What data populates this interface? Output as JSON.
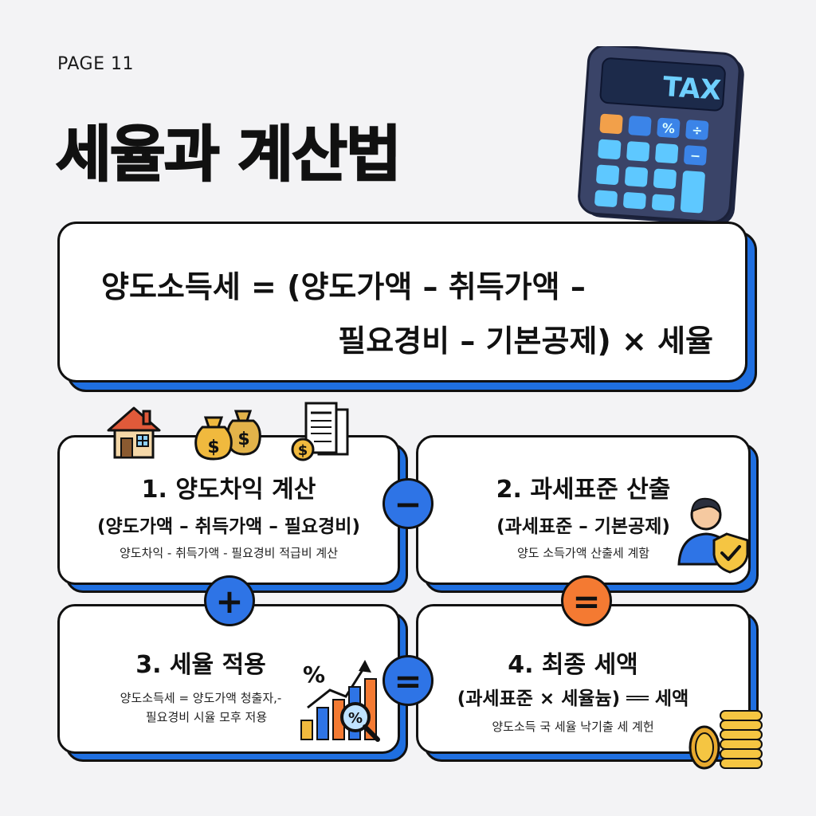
{
  "page_label": "PAGE 11",
  "title": "세율과 계산법",
  "calculator": {
    "screen_text": "TAX",
    "key_percent": "%",
    "key_divide": "÷",
    "key_minus": "−"
  },
  "formula": {
    "line1": "양도소득세 = (양도가액 – 취득가액 –",
    "line2": "필요경비 – 기본공제) × 세율"
  },
  "steps": [
    {
      "title": "1. 양도차익 계산",
      "formula": "(양도가액 – 취득가액 – 필요경비)",
      "desc": "양도차익 - 취득가액 - 필요경비 적급비 계산"
    },
    {
      "title": "2. 과세표준 산출",
      "formula": "(과세표준 – 기본공제)",
      "desc": "양도 소득가액 산출세 계함"
    },
    {
      "title": "3. 세율 적용",
      "desc_line1": "양도소득세 = 양도가액 청출자,-",
      "desc_line2": "필요경비 시율 모후 저용"
    },
    {
      "title": "4. 최종 세액",
      "formula": "(과세표준 × 세율늄) ══ 세액",
      "desc": "양도소득 국 세율 낙기출 세 계헌"
    }
  ],
  "operators": {
    "minus": "−",
    "plus": "+",
    "equals_orange": "=",
    "equals_blue": "="
  },
  "icons": {
    "house": "house-icon",
    "money_bags": "money-bag-icon",
    "receipt": "receipt-icon",
    "person_shield": "person-shield-icon",
    "chart_percent": "percent-chart-icon",
    "coins": "coin-stack-icon",
    "percent_symbol": "%",
    "dollar_symbol": "$"
  },
  "colors": {
    "accent_blue": "#1f6fe0",
    "operator_blue": "#2e74e6",
    "operator_orange": "#f47a32",
    "calculator_body": "#3a4468"
  }
}
